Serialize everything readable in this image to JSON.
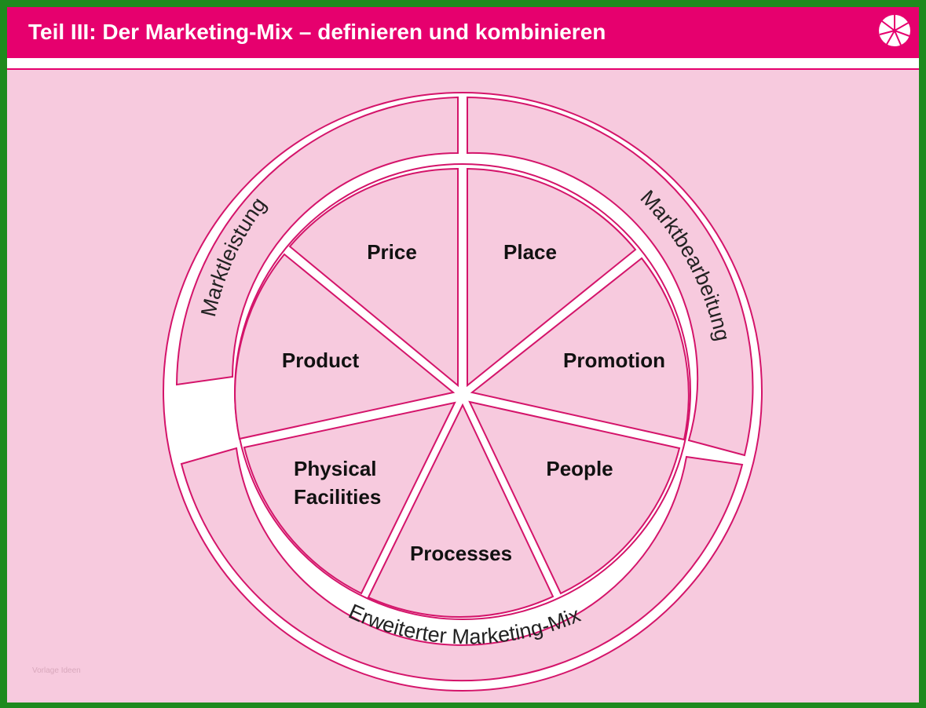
{
  "title": "Teil III: Der Marketing-Mix – definieren und kombinieren",
  "logo_icon": "pie-wheel-icon",
  "colors": {
    "header": "#e6006e",
    "background": "#f7cade",
    "border": "#1e8a1e",
    "line": "#d4146a"
  },
  "segments": {
    "price": "Price",
    "place": "Place",
    "promotion": "Promotion",
    "people": "People",
    "processes": "Processes",
    "physical_line1": "Physical",
    "physical_line2": "Facilities",
    "product": "Product"
  },
  "outer_ring": {
    "left": "Marktleistung",
    "right": "Marktbearbeitung",
    "bottom": "Erweiterter Marketing-Mix"
  },
  "watermark": "Vorlage Ideen"
}
